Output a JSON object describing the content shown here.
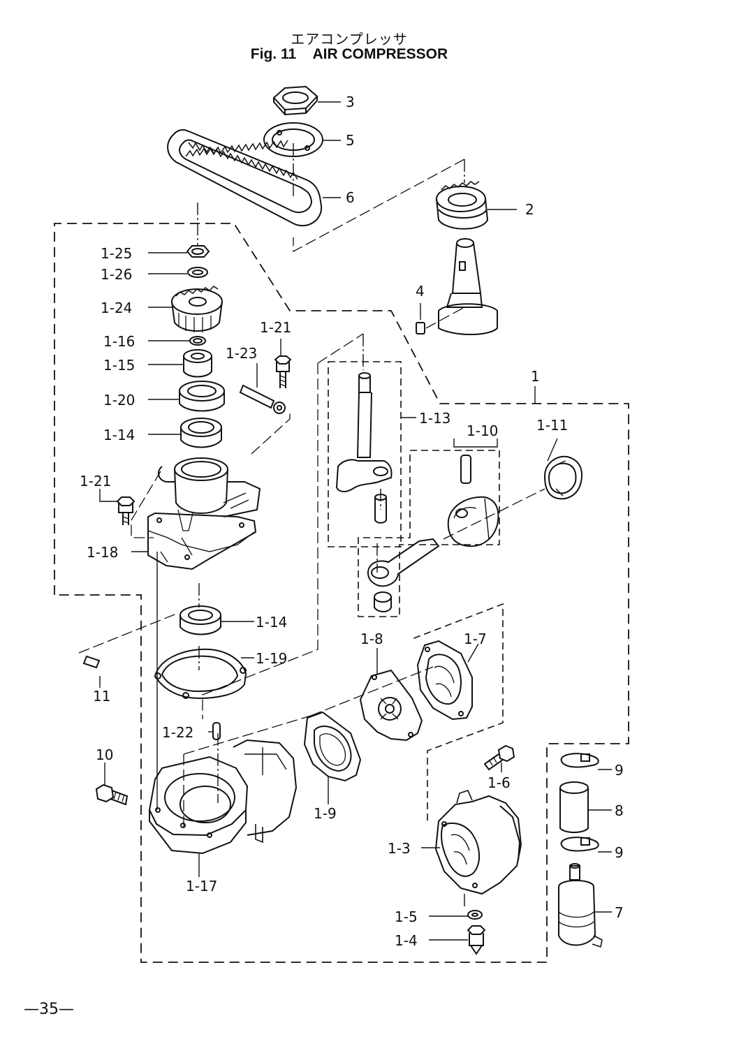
{
  "header": {
    "title_jp": "エアコンプレッサ",
    "fig_label": "Fig. 11",
    "title_en": "AIR COMPRESSOR"
  },
  "labels": {
    "l3": "3",
    "l5": "5",
    "l6": "6",
    "l2": "2",
    "l4": "4",
    "l1": "1",
    "l1_25": "1-25",
    "l1_26": "1-26",
    "l1_24": "1-24",
    "l1_16": "1-16",
    "l1_15": "1-15",
    "l1_20": "1-20",
    "l1_14a": "1-14",
    "l1_21a": "1-21",
    "l1_23": "1-23",
    "l1_21b": "1-21",
    "l1_18": "1-18",
    "l1_13": "1-13",
    "l1_10": "1-10",
    "l1_11": "1-11",
    "l1_14b": "1-14",
    "l1_19": "1-19",
    "l11": "11",
    "l1_8": "1-8",
    "l1_7": "1-7",
    "l1_22": "1-22",
    "l10": "10",
    "l1_9": "1-9",
    "l1_6": "1-6",
    "l1_3": "1-3",
    "l1_17": "1-17",
    "l1_5": "1-5",
    "l1_4": "1-4",
    "l9a": "9",
    "l8": "8",
    "l9b": "9",
    "l7": "7"
  },
  "footer": {
    "page_number": "—35—"
  }
}
